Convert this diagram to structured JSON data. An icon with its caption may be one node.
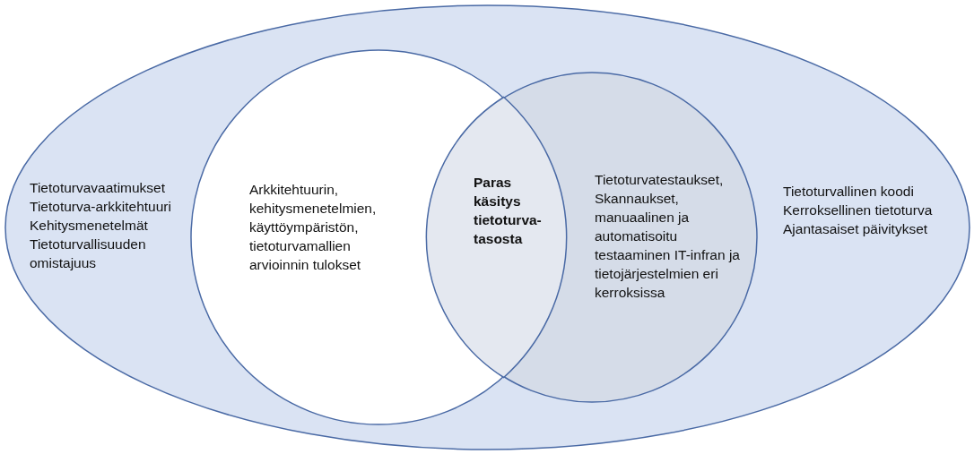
{
  "diagram": {
    "nodes": [
      {
        "text": [
          "Tietoturvavaatimukset",
          "Tietoturva-arkkitehtuuri",
          "Kehitysmenetelmät",
          "Tietoturvallisuuden omistajuus",
          "Tietoturvallinen koodi",
          "Kerroksellinen tietoturva",
          "Ajantasaiset päivitykset"
        ]
      },
      {
        "text": [
          "Arkkitehtuurin, kehitysmenetelmien, käyttöympäristön, tietoturvamallien arvioinnin tulokset"
        ],
        "in": 0
      },
      {
        "text": [
          "Tietoturvatestaukset, Skannaukset, manuaalinen ja automatisoitu testaaminen IT-infran ja tietojärjestelmien eri kerroksissa"
        ],
        "in": 0
      },
      {
        "text": [
          "Paras käsitys tietoturva-tasosta"
        ]
      }
    ],
    "edges": []
  }
}
